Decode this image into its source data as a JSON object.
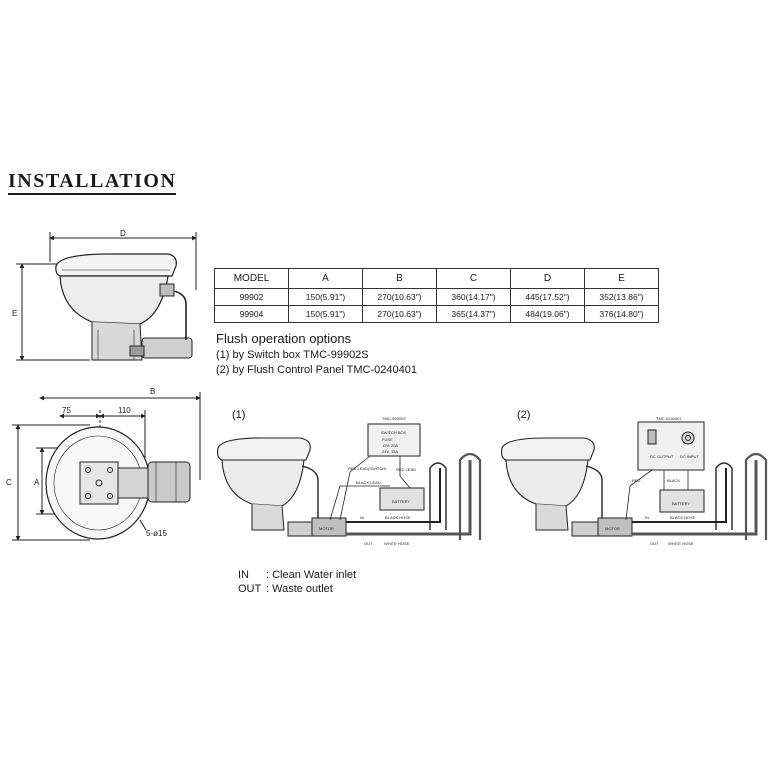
{
  "heading": "INSTALLATION",
  "spec_table": {
    "headers": [
      "MODEL",
      "A",
      "B",
      "C",
      "D",
      "E"
    ],
    "rows": [
      [
        "99902",
        "150(5.91\")",
        "270(10.63\")",
        "360(14.17\")",
        "445(17.52\")",
        "352(13.86\")"
      ],
      [
        "99904",
        "150(5.91\")",
        "270(10.63\")",
        "365(14.37\")",
        "484(19.06\")",
        "376(14.80\")"
      ]
    ]
  },
  "flush": {
    "title": "Flush operation options",
    "options": [
      "(1) by Switch box TMC-99902S",
      "(2) by Flush Control Panel TMC-0240401"
    ]
  },
  "legend": [
    {
      "code": "IN",
      "text": ": Clean Water inlet"
    },
    {
      "code": "OUT",
      "text": ": Waste outlet"
    }
  ],
  "side_view": {
    "dim_d": "D",
    "dim_e": "E"
  },
  "top_view": {
    "dim_b": "B",
    "dim_75": "75",
    "dim_110": "110",
    "dim_c": "C",
    "dim_a": "A",
    "holes": "5-ø15"
  },
  "diagram1": {
    "number": "(1)",
    "switch_label": "TMC-99902S",
    "switch_box": "SWITCH BOX",
    "switch_specs": [
      "FUSE",
      "12V, 20A",
      "24V, 15A"
    ],
    "red_lead_switch": "RED LEAD(SWITCH)",
    "red_lead": "RED LEAD",
    "black_lead": "BLACK LEAD",
    "battery": "BATTERY",
    "motor": "MOTOR",
    "in": "IN",
    "black_hose": "BLACK HOSE",
    "out": "OUT",
    "white_hose": "WHITE HOSE"
  },
  "diagram2": {
    "number": "(2)",
    "panel_label": "TMC-0240401",
    "dc_output": "DC OUTPUT",
    "dc_input": "DC INPUT",
    "red": "RED",
    "black": "BLACK",
    "battery": "BATTERY",
    "motor": "MOTOR",
    "in": "IN",
    "black_hose": "BLACK HOSE",
    "out": "OUT",
    "white_hose": "WHITE HOSE"
  }
}
